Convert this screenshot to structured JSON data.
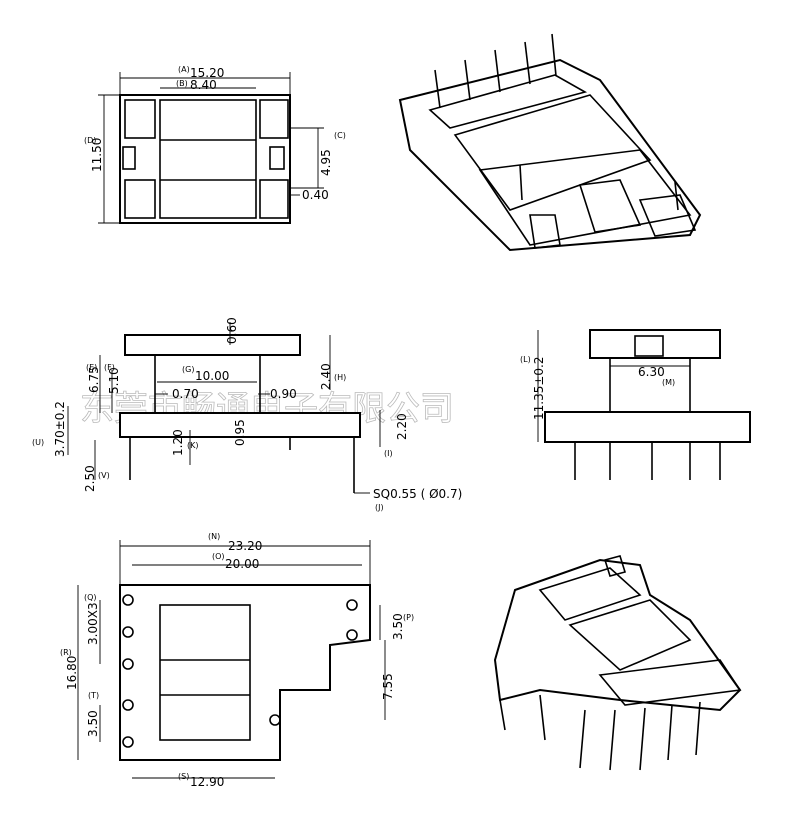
{
  "watermark": "东莞市畅通电子有限公司",
  "top_view": {
    "dims": [
      {
        "letter": "(A)",
        "value": "15.20"
      },
      {
        "letter": "(B)",
        "value": "8.40"
      },
      {
        "letter": "(C)",
        "value": "4.95"
      },
      {
        "letter": "(D)",
        "value": "11.50"
      },
      {
        "letter": "",
        "value": "0.40"
      }
    ]
  },
  "front_view": {
    "dims": [
      {
        "letter": "",
        "value": "0.60"
      },
      {
        "letter": "(E)",
        "value": "6.75"
      },
      {
        "letter": "(F)",
        "value": "5.10"
      },
      {
        "letter": "(G)",
        "value": "10.00"
      },
      {
        "letter": "",
        "value": "0.70"
      },
      {
        "letter": "",
        "value": "0.90"
      },
      {
        "letter": "(H)",
        "value": "2.40"
      },
      {
        "letter": "(U)",
        "value": "3.70±0.2"
      },
      {
        "letter": "(V)",
        "value": "2.50"
      },
      {
        "letter": "(K)",
        "value": "1.20"
      },
      {
        "letter": "",
        "value": "0.95"
      },
      {
        "letter": "(I)",
        "value": "2.20"
      },
      {
        "letter": "(J)",
        "value": "SQ0.55 (  Ø0.7)"
      }
    ]
  },
  "side_view": {
    "dims": [
      {
        "letter": "(L)",
        "value": "11.35±0.2"
      },
      {
        "letter": "(M)",
        "value": "6.30"
      }
    ]
  },
  "bottom_view": {
    "dims": [
      {
        "letter": "(N)",
        "value": "23.20"
      },
      {
        "letter": "(O)",
        "value": "20.00"
      },
      {
        "letter": "(Q)",
        "value": "3.00X3"
      },
      {
        "letter": "(R)",
        "value": "16.80"
      },
      {
        "letter": "(P)",
        "value": "3.50"
      },
      {
        "letter": "",
        "value": "7.55"
      },
      {
        "letter": "(T)",
        "value": "3.50"
      },
      {
        "letter": "(S)",
        "value": "12.90"
      }
    ]
  }
}
